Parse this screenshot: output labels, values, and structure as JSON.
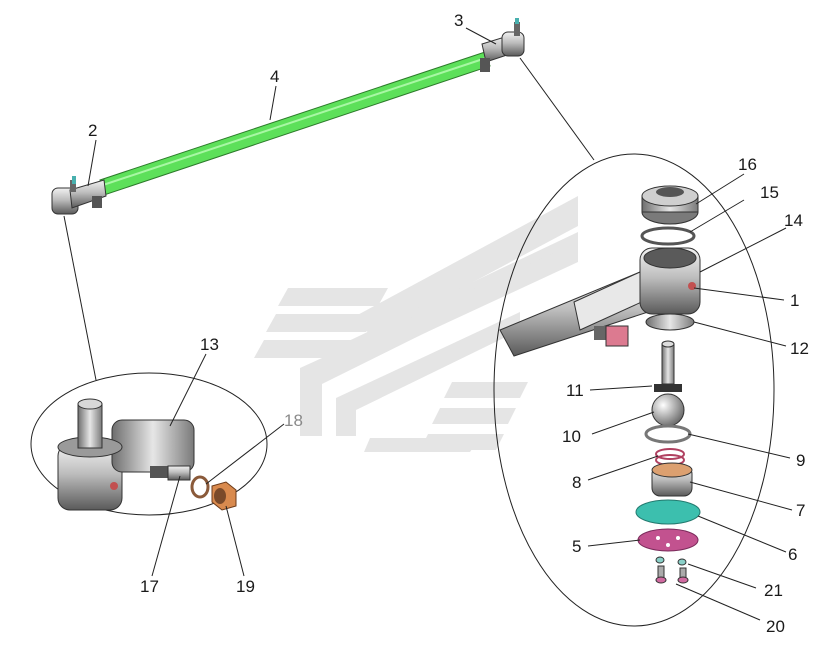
{
  "labels": {
    "l1": "1",
    "l2": "2",
    "l3": "3",
    "l4": "4",
    "l5": "5",
    "l6": "6",
    "l7": "7",
    "l8": "8",
    "l9": "9",
    "l10": "10",
    "l11": "11",
    "l12": "12",
    "l13": "13",
    "l14": "14",
    "l15": "15",
    "l16": "16",
    "l17": "17",
    "l18": "18",
    "l19": "19",
    "l20": "20",
    "l21": "21"
  },
  "colors": {
    "tie_rod": "#5de05a",
    "felt_seal": "#3cbfae",
    "cover_plate": "#c2528f",
    "nut": "#d98a4e",
    "metal": "#b8b8b8",
    "watermark": "#e3e3e3"
  }
}
